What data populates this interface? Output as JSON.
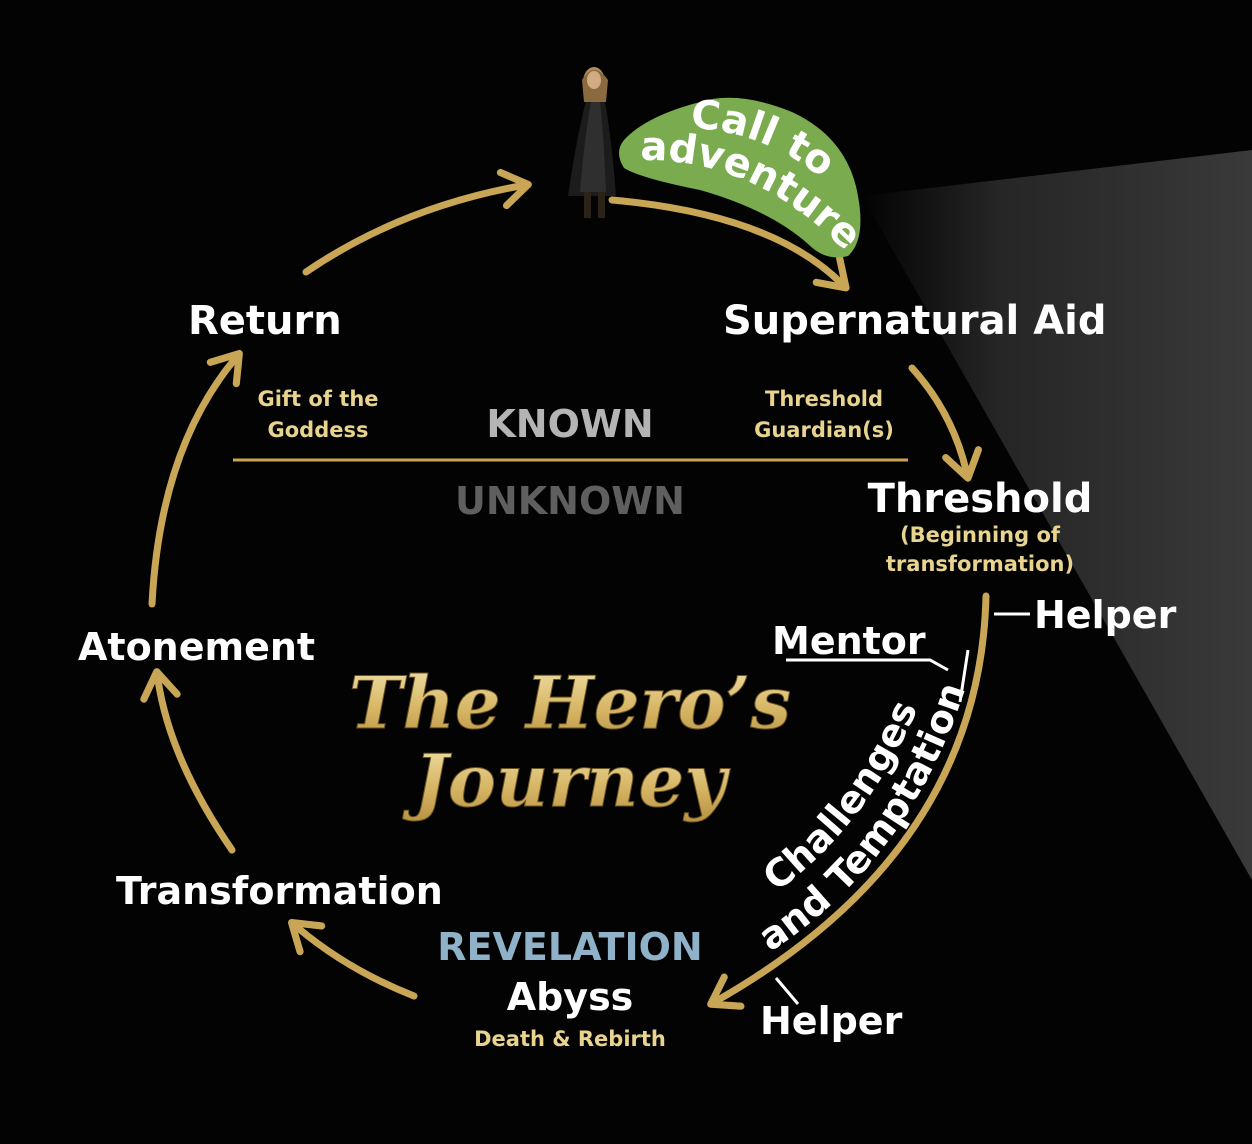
{
  "diagram": {
    "title_line1": "The Hero’s",
    "title_line2": "Journey",
    "call_to_adventure": {
      "line1": "Call to",
      "line2": "adventure"
    },
    "stages": {
      "supernatural_aid": "Supernatural Aid",
      "threshold": "Threshold",
      "threshold_note_line1": "(Beginning of",
      "threshold_note_line2": "transformation)",
      "return": "Return",
      "atonement": "Atonement",
      "transformation": "Transformation",
      "revelation": "REVELATION",
      "abyss": "Abyss",
      "abyss_note": "Death & Rebirth"
    },
    "sub_labels": {
      "gift_line1": "Gift of the",
      "gift_line2": "Goddess",
      "guardian_line1": "Threshold",
      "guardian_line2": "Guardian(s)"
    },
    "realms": {
      "known": "KNOWN",
      "unknown": "UNKNOWN"
    },
    "helpers": {
      "mentor": "Mentor",
      "helper_top": "Helper",
      "helper_bottom": "Helper"
    },
    "challenges": {
      "line1": "Challenges",
      "line2": "and Temptations"
    },
    "colors": {
      "background": "#030303",
      "arrow_gold": "#c9a656",
      "label_gold": "#e8d48e",
      "title_gold": "#e3c887",
      "call_green": "#7aab4e",
      "revelation_blue": "#8fb2c9",
      "known_gray": "#b4b4b4",
      "unknown_gray": "#5f5f5f",
      "text_white": "#ffffff"
    },
    "icons": {
      "hero": "hero-figure-icon"
    }
  }
}
